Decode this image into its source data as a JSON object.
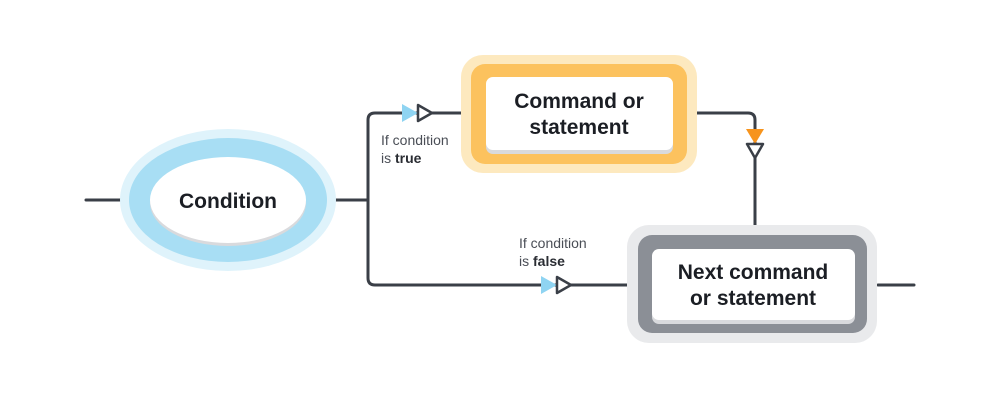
{
  "nodes": {
    "condition": {
      "label": "Condition"
    },
    "command": {
      "line1": "Command or",
      "line2": "statement"
    },
    "next": {
      "line1": "Next command",
      "line2": "or statement"
    }
  },
  "edges": {
    "true_branch": {
      "text": "If condition",
      "prefix": "is ",
      "value": "true"
    },
    "false_branch": {
      "text": "If condition",
      "prefix": "is ",
      "value": "false"
    }
  },
  "colors": {
    "condition_fill": "#a8def4",
    "condition_glow": "#dff3fb",
    "command_fill": "#fcc25e",
    "command_glow": "#fde9bf",
    "next_fill": "#8b8f96",
    "next_glow": "#e9eaec",
    "connector": "#3a3f47",
    "arrow_blue": "#8fd4f2",
    "arrow_orange": "#f7941d"
  },
  "icons": {
    "flow_arrow": "triangle-arrow-icon"
  }
}
